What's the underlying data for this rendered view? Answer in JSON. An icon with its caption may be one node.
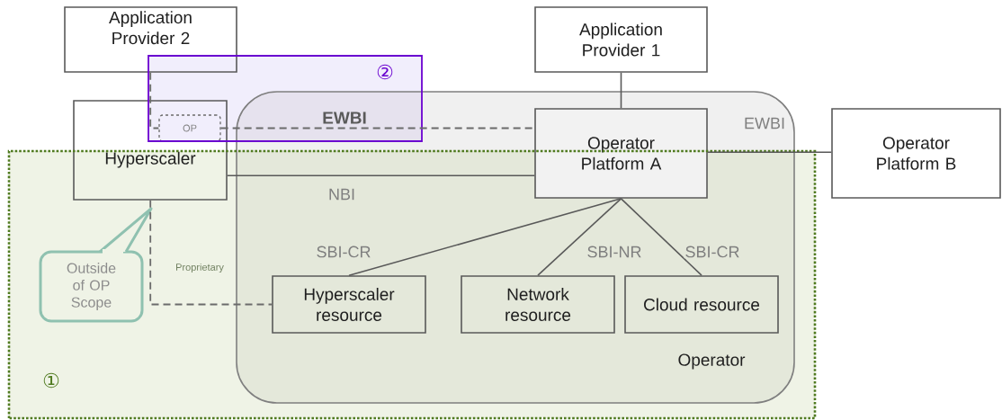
{
  "diagram": {
    "nodes": [
      {
        "text": [
          "Application Provider 2"
        ]
      },
      {
        "text": [
          "Application Provider 1"
        ]
      },
      {
        "text": [
          "Operator"
        ]
      },
      {
        "text": [
          "Hyperscaler"
        ]
      },
      {
        "text": [
          "OP"
        ],
        "in": 3
      },
      {
        "text": [
          "Operator Platform A"
        ],
        "in": 2
      },
      {
        "text": [
          "Operator Platform B"
        ]
      },
      {
        "text": [
          "Hyperscaler resource"
        ],
        "in": 2
      },
      {
        "text": [
          "Network resource"
        ],
        "in": 2
      },
      {
        "text": [
          "Cloud resource"
        ],
        "in": 2
      },
      {
        "text": [
          "Outside of OP Scope"
        ]
      }
    ],
    "edges": [
      {
        "from": 1,
        "to": 5,
        "arrow": "none"
      },
      {
        "from": 0,
        "to": 4,
        "arrow": "none",
        "style": "dashed"
      },
      {
        "from": 4,
        "to": 5,
        "arrow": "none",
        "style": "dashed",
        "label": "EWBI"
      },
      {
        "from": 3,
        "to": 5,
        "arrow": "none",
        "label": "NBI"
      },
      {
        "from": 5,
        "to": 6,
        "arrow": "none",
        "label": "EWBI"
      },
      {
        "from": 5,
        "to": 7,
        "arrow": "none",
        "label": "SBI-CR"
      },
      {
        "from": 5,
        "to": 8,
        "arrow": "none",
        "label": "SBI-NR"
      },
      {
        "from": 5,
        "to": 9,
        "arrow": "none",
        "label": "SBI-CR"
      },
      {
        "from": 3,
        "to": 7,
        "arrow": "none",
        "style": "dashed",
        "label": "Proprietary"
      }
    ],
    "labels": [
      "②",
      "①"
    ]
  }
}
